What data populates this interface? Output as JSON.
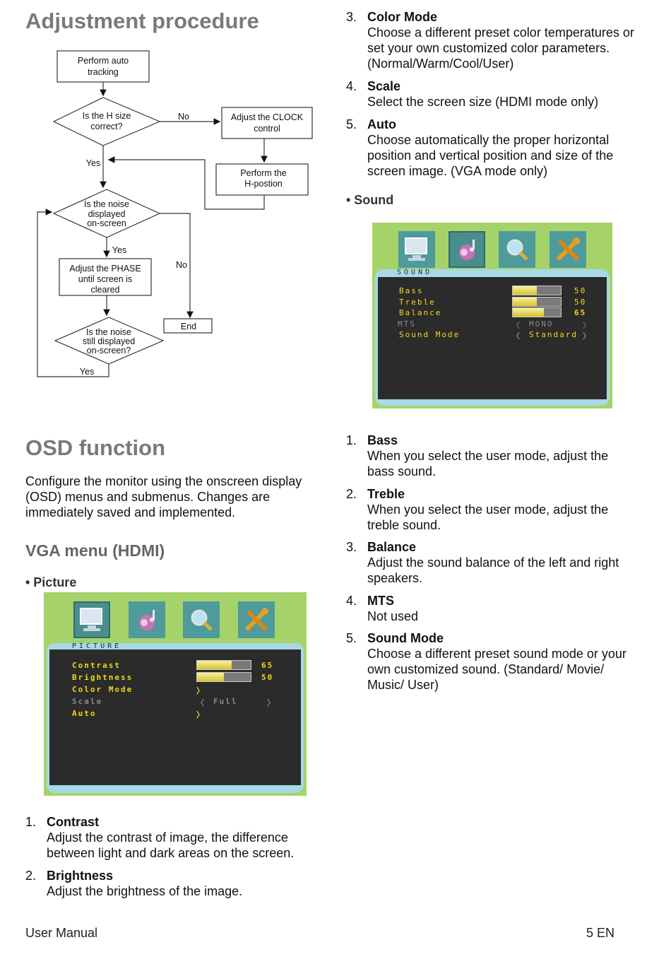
{
  "adjustment": {
    "heading": "Adjustment procedure",
    "flow": {
      "auto_tracking": [
        "Perform auto",
        "tracking"
      ],
      "h_size": [
        "Is the H size",
        "correct?"
      ],
      "no1": "No",
      "clock": [
        "Adjust the CLOCK",
        "control"
      ],
      "hpos": [
        "Perform the",
        "H-postion"
      ],
      "yes1": "Yes",
      "noise": [
        "Is the noise",
        "displayed",
        "on-screen"
      ],
      "yes2": "Yes",
      "no2": "No",
      "phase": [
        "Adjust the PHASE",
        "until  screen is",
        "cleared"
      ],
      "end": "End",
      "noise2": [
        "Is the noise",
        "still displayed",
        "on-screen?"
      ],
      "yes3": "Yes"
    }
  },
  "osd": {
    "heading": "OSD function",
    "intro": [
      "Configure the monitor using the onscreen display",
      "(OSD) menus and submenus. Changes are",
      "immediately saved and implemented."
    ],
    "vga_heading": "VGA menu (HDMI)",
    "picture_bullet": "• Picture",
    "sound_bullet": "• Sound"
  },
  "picture_menu": {
    "section_label": "PICTURE",
    "icons": [
      "monitor-icon",
      "sound-icon",
      "magnifier-icon",
      "tools-icon"
    ],
    "rows": [
      {
        "label": "Contrast",
        "value": "65",
        "level": 0.65,
        "type": "bar",
        "dim": false
      },
      {
        "label": "Brightness",
        "value": "50",
        "level": 0.5,
        "type": "bar",
        "dim": false
      },
      {
        "label": "Color Mode",
        "value": "〉",
        "type": "arrow",
        "dim": false
      },
      {
        "label": "Scale",
        "left": "〈",
        "value": "Full",
        "right": "〉",
        "type": "select",
        "dim": true
      },
      {
        "label": "Auto",
        "value": "〉",
        "type": "arrow",
        "dim": false
      }
    ]
  },
  "sound_menu": {
    "section_label": "SOUND",
    "icons": [
      "monitor-icon",
      "sound-icon",
      "magnifier-icon",
      "tools-icon"
    ],
    "rows": [
      {
        "label": "Bass",
        "value": "50",
        "level": 0.5,
        "type": "bar",
        "dim": false
      },
      {
        "label": "Treble",
        "value": "50",
        "level": 0.5,
        "type": "bar",
        "dim": false
      },
      {
        "label": "Balance",
        "value": "65",
        "level": 0.65,
        "type": "bar",
        "dim": false
      },
      {
        "label": "MTS",
        "left": "〈",
        "value": "MONO",
        "right": "〉",
        "type": "select",
        "dim": true
      },
      {
        "label": "Sound Mode",
        "left": "〈",
        "value": "Standard",
        "right": "〉",
        "type": "select",
        "dim": false
      }
    ]
  },
  "picture_items_left": [
    {
      "num": "1.",
      "title": "Contrast",
      "desc": [
        "Adjust the contrast of image, the difference",
        "between light and dark areas on the screen."
      ]
    },
    {
      "num": "2.",
      "title": "Brightness",
      "desc": [
        "Adjust the brightness of the image."
      ]
    }
  ],
  "picture_items_right": [
    {
      "num": "3.",
      "title": "Color Mode",
      "desc": [
        "Choose a different preset color temperatures or",
        "set your own customized color parameters.",
        "(Normal/Warm/Cool/User)"
      ]
    },
    {
      "num": "4.",
      "title": "Scale",
      "desc": [
        "Select the screen size (HDMI mode only)"
      ]
    },
    {
      "num": "5.",
      "title": "Auto",
      "desc": [
        "Choose automatically the proper horizontal",
        "position and vertical position and size of the",
        "screen image. (VGA mode only)"
      ]
    }
  ],
  "sound_items": [
    {
      "num": "1.",
      "title": "Bass",
      "desc": [
        "When you select the user mode, adjust the",
        "bass sound."
      ]
    },
    {
      "num": "2.",
      "title": "Treble",
      "desc": [
        "When you select the user mode, adjust the",
        "treble sound."
      ]
    },
    {
      "num": "3.",
      "title": "Balance",
      "desc": [
        "Adjust the sound balance of the left and right",
        "speakers."
      ]
    },
    {
      "num": "4.",
      "title": "MTS",
      "desc": [
        "Not used"
      ]
    },
    {
      "num": "5.",
      "title": "Sound Mode",
      "desc": [
        "Choose a different preset sound mode or your",
        "own customized sound. (Standard/ Movie/",
        "Music/ User)"
      ]
    }
  ],
  "footer": {
    "left": "User Manual",
    "right": "5 EN"
  }
}
